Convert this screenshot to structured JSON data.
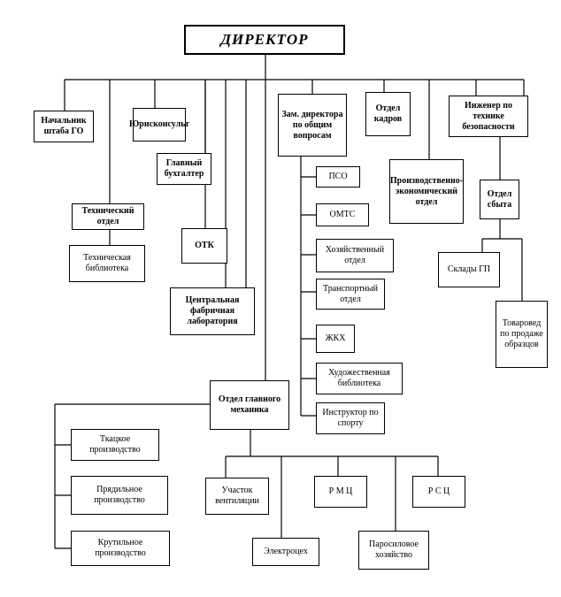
{
  "director": "ДИРЕКТОР",
  "level1": {
    "go_chief": "Начальник штаба ГО",
    "lawyer": "Юрисконсульт",
    "tech_dept": "Технический отдел",
    "chief_accountant": "Главный бухгалтер",
    "otk": "ОТК",
    "central_lab": "Центральная фабричная лаборатория",
    "deputy_general": "Зам. директора по общим вопросам",
    "hr_dept": "Отдел кадров",
    "safety_engineer": "Инженер по технике безопасности",
    "planning_dept": "Производственно-экономический отдел",
    "sales_dept": "Отдел сбыта",
    "chief_mechanic": "Отдел главного механика"
  },
  "tech_children": {
    "tech_library": "Техническая библиотека"
  },
  "deputy_children": {
    "pso": "ПСО",
    "omts": "ОМТС",
    "economic_dept": "Хозяйственный отдел",
    "transport_dept": "Транспортный отдел",
    "zhkh": "ЖКХ",
    "art_library": "Художественная библиотека",
    "sports_instructor": "Инструктор по спорту"
  },
  "sales_children": {
    "warehouses": "Склады ГП",
    "merchandiser": "Товаровед по продаже образцов"
  },
  "mechanic_children": {
    "weaving": "Ткацкое производство",
    "spinning": "Прядильное производство",
    "twisting": "Крутильное производство",
    "ventilation": "Участок вентиляции",
    "electro_shop": "Электроцех",
    "rmc": "Р М Ц",
    "steam_power": "Паросиловое хозяйство",
    "rsc": "Р С Ц"
  }
}
